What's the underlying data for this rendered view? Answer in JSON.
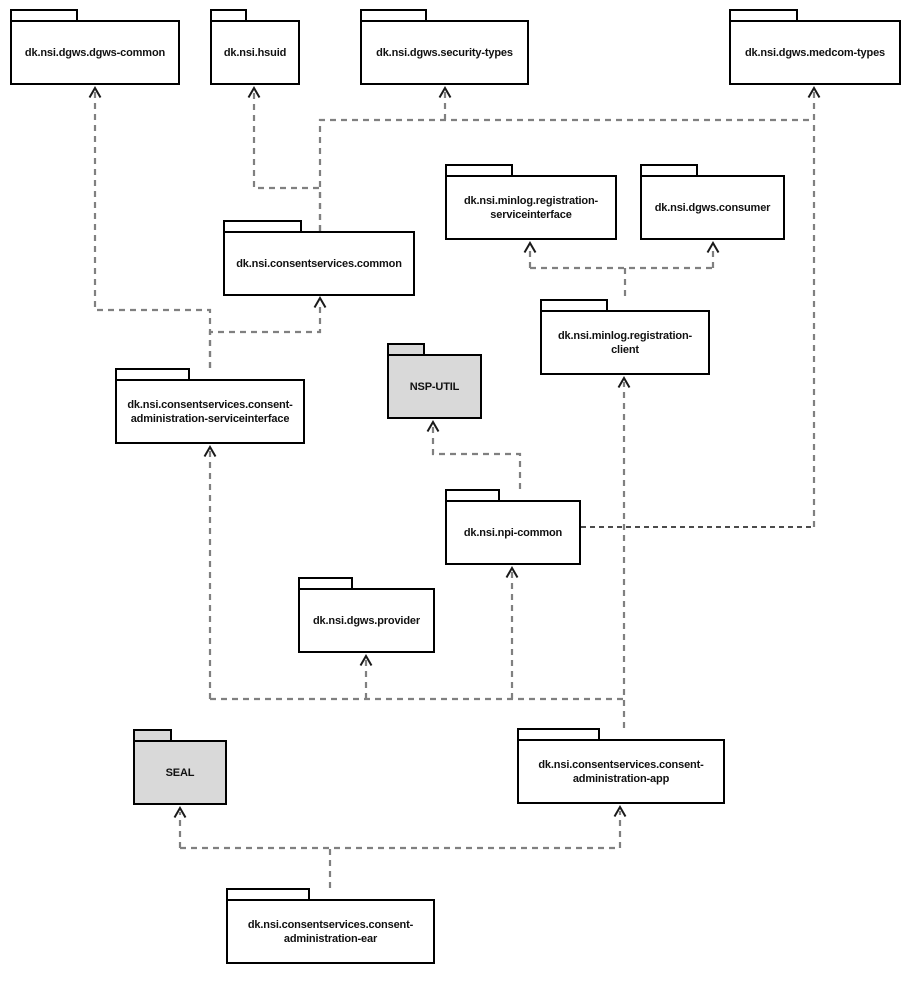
{
  "diagram": {
    "type": "uml-package-dependency-diagram",
    "packages": [
      {
        "id": "dgws-common",
        "label": "dk.nsi.dgws.dgws-common",
        "variant": "default"
      },
      {
        "id": "hsuid",
        "label": "dk.nsi.hsuid",
        "variant": "default"
      },
      {
        "id": "security-types",
        "label": "dk.nsi.dgws.security-types",
        "variant": "default"
      },
      {
        "id": "medcom-types",
        "label": "dk.nsi.dgws.medcom-types",
        "variant": "default"
      },
      {
        "id": "minlog-registration-serviceinterface",
        "label": "dk.nsi.minlog.registration-serviceinterface",
        "variant": "default"
      },
      {
        "id": "dgws-consumer",
        "label": "dk.nsi.dgws.consumer",
        "variant": "default"
      },
      {
        "id": "consentservices-common",
        "label": "dk.nsi.consentservices.common",
        "variant": "default"
      },
      {
        "id": "minlog-registration-client",
        "label": "dk.nsi.minlog.registration-client",
        "variant": "default"
      },
      {
        "id": "nsp-util",
        "label": "NSP-UTIL",
        "variant": "utility"
      },
      {
        "id": "consent-administration-serviceinterface",
        "label": "dk.nsi.consentservices.consent-administration-serviceinterface",
        "variant": "default"
      },
      {
        "id": "npi-common",
        "label": "dk.nsi.npi-common",
        "variant": "default"
      },
      {
        "id": "dgws-provider",
        "label": "dk.nsi.dgws.provider",
        "variant": "default"
      },
      {
        "id": "seal",
        "label": "SEAL",
        "variant": "utility"
      },
      {
        "id": "consent-administration-app",
        "label": "dk.nsi.consentservices.consent-administration-app",
        "variant": "default"
      },
      {
        "id": "consent-administration-ear",
        "label": "dk.nsi.consentservices.consent-administration-ear",
        "variant": "default"
      }
    ],
    "dependencies": [
      {
        "from": "consent-administration-serviceinterface",
        "to": "dgws-common"
      },
      {
        "from": "consent-administration-serviceinterface",
        "to": "consentservices-common"
      },
      {
        "from": "consentservices-common",
        "to": "hsuid"
      },
      {
        "from": "consentservices-common",
        "to": "security-types"
      },
      {
        "from": "consentservices-common",
        "to": "medcom-types"
      },
      {
        "from": "npi-common",
        "to": "medcom-types"
      },
      {
        "from": "npi-common",
        "to": "nsp-util"
      },
      {
        "from": "minlog-registration-client",
        "to": "minlog-registration-serviceinterface"
      },
      {
        "from": "minlog-registration-client",
        "to": "dgws-consumer"
      },
      {
        "from": "consent-administration-app",
        "to": "minlog-registration-client"
      },
      {
        "from": "consent-administration-app",
        "to": "consent-administration-serviceinterface"
      },
      {
        "from": "consent-administration-app",
        "to": "dgws-provider"
      },
      {
        "from": "consent-administration-app",
        "to": "npi-common"
      },
      {
        "from": "consent-administration-ear",
        "to": "seal"
      },
      {
        "from": "consent-administration-ear",
        "to": "consent-administration-app"
      }
    ],
    "colors": {
      "package_fill": "#ffffff",
      "utility_package_fill": "#d9d9d9",
      "package_border": "#000000",
      "edge_line": "#808080",
      "edge_line_alt": "#111111",
      "arrowhead": "#1a1a1a",
      "background": "#ffffff"
    }
  }
}
